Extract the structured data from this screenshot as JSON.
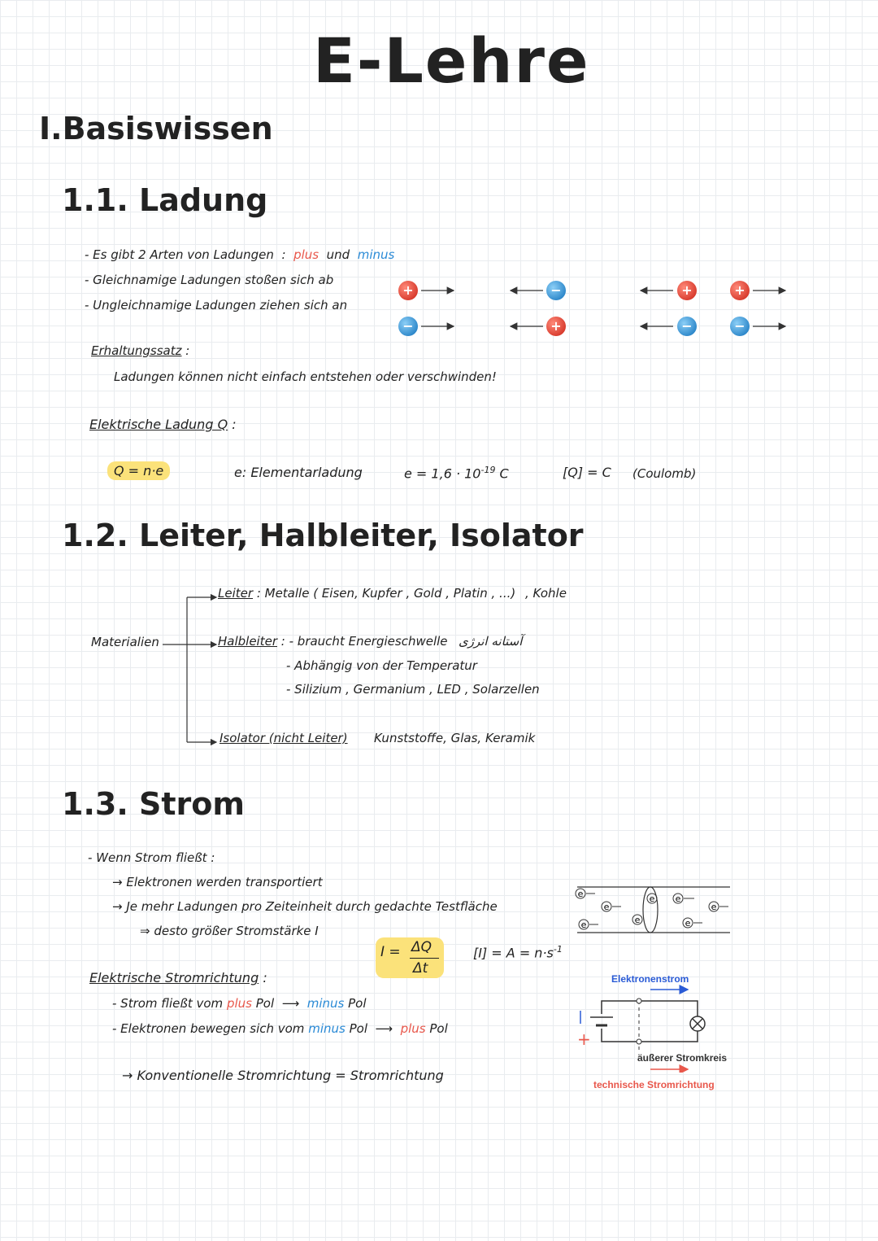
{
  "title": "E-Lehre",
  "section1": {
    "heading": "I.Basiswissen"
  },
  "ladung": {
    "heading": "1.1. Ladung",
    "b1_a": "- Es gibt 2 Arten von Ladungen",
    "b1_b": ":",
    "plus": "plus",
    "und": "und",
    "minus": "minus",
    "b2": "- Gleichnamige Ladungen stoßen sich ab",
    "b3": "- Ungleichnamige Ladungen ziehen sich an",
    "erh_label": "Erhaltungssatz",
    "colon": ":",
    "erh_text": "Ladungen können nicht einfach entstehen oder verschwinden!",
    "q_label": "Elektrische Ladung Q",
    "formula": "Q = n·e",
    "e_def": "e: Elementarladung",
    "e_val": "e = 1,6 · 10",
    "e_exp": "-19",
    "e_unit": "C",
    "q_unit": "[Q] = C",
    "coulomb": "(Coulomb)",
    "sym_plus": "+",
    "sym_minus": "−"
  },
  "leiter": {
    "heading": "1.2. Leiter, Halbleiter, Isolator",
    "materialien": "Materialien",
    "leiter_label": "Leiter",
    "leiter_text": ": Metalle ( Eisen, Kupfer , Gold , Platin , ...)",
    "kohle": ", Kohle",
    "halb_label": "Halbleiter",
    "halb_1": ": - braucht Energieschwelle",
    "arabic": "آستانه انرژی",
    "halb_2": "- Abhängig von der Temperatur",
    "halb_3": "- Silizium , Germanium , LED , Solarzellen",
    "iso_label": "Isolator (nicht Leiter)",
    "iso_text": "Kunststoffe, Glas, Keramik"
  },
  "strom": {
    "heading": "1.3. Strom",
    "wenn": "- Wenn Strom fließt :",
    "a1": "→ Elektronen werden transportiert",
    "a2": "→ Je mehr Ladungen pro Zeiteinheit durch gedachte Testfläche",
    "a3": "⇒ desto größer Stromstärke I",
    "formula_left": "I =",
    "formula_num": "ΔQ",
    "formula_den": "Δt",
    "unit": "[I] = A = n·s",
    "unit_exp": "-1",
    "richtung_label": "Elektrische Stromrichtung",
    "r1_a": "- Strom fließt vom",
    "r1_plus": "plus",
    "r1_b": "Pol",
    "r1_arrow": "⟶",
    "r1_minus": "minus",
    "r1_c": "Pol",
    "r2_a": "- Elektronen bewegen sich vom",
    "r2_minus": "minus",
    "r2_b": "Pol",
    "r2_arrow": "⟶",
    "r2_plus": "plus",
    "r2_c": "Pol",
    "konv": "→ Konventionelle Stromrichtung = Stromrichtung",
    "electron": "e"
  },
  "circuit": {
    "elektronenstrom": "Elektronenstrom",
    "aeusserer": "äußerer Stromkreis",
    "technische": "technische Stromrichtung",
    "plus_sign": "+",
    "accent_red": "#e8574b",
    "accent_blue": "#2a5bd6"
  }
}
